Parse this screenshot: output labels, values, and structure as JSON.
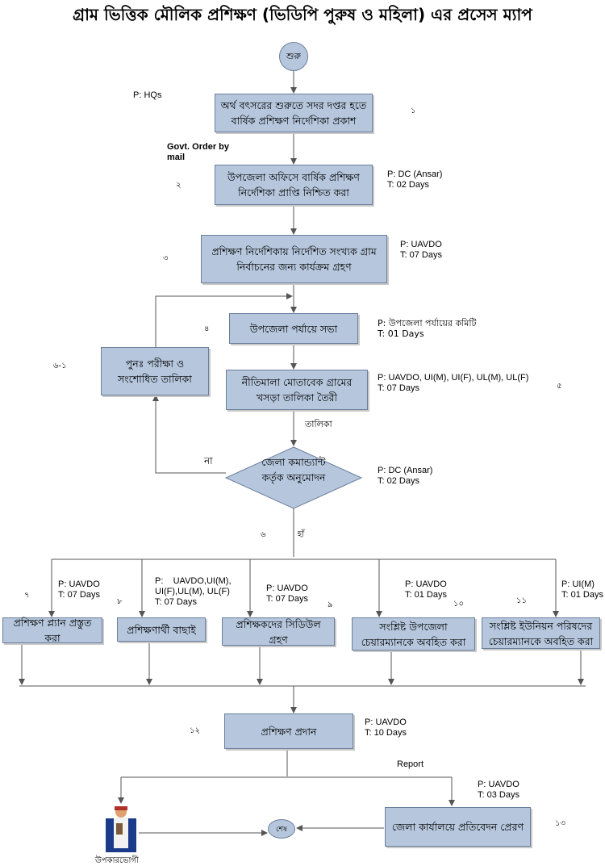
{
  "title": "গ্রাম ভিত্তিক মৌলিক প্রশিক্ষণ (ভিডিপি পুরুষ ও মহিলা) এর প্রসেস ম্যাপ",
  "start": "শুরু",
  "end": "শেষ",
  "steps": {
    "s1": "অর্থ বৎসরের শুরুতে সদর দপ্তর হতে বার্ষিক প্রশিক্ষণ নির্দেশিকা প্রকাশ",
    "s2": "উপজেলা অফিসে বার্ষিক প্রশিক্ষণ নির্দেশিকা প্রাপ্তি নিশ্চিত করা",
    "s3": "প্রশিক্ষণ নির্দেশিকায় নির্দেশিত সংখ্যক গ্রাম নির্বাচনের জন্য কার্যক্রম গ্রহণ",
    "s4": "উপজেলা পর্যায়ে  সভা",
    "s5": "নীতিমালা মোতাবেক গ্রামের খসড়া তালিকা তৈরী",
    "s6_1": "পুনঃ পরীক্ষা ও সংশোধিত তালিকা",
    "decision": "জেলা কমান্ড্যান্ট কর্তৃক অনুমোদন",
    "s7": "প্রশিক্ষণ প্ল্যান প্রস্তুত করা",
    "s8": "প্রশিক্ষণার্থী বাছাই",
    "s9": "প্রশিক্ষকদের সিডিউল গ্রহণ",
    "s10": "সংশ্লিষ্ট উপজেলা চেয়ারম্যানকে অবহিত করা",
    "s11": "সংশ্লিষ্ট ইউনিয়ন পরিষদের চেয়ারম্যানকে অবহিত করা",
    "s12": "প্রশিক্ষণ প্রদান",
    "s13": "জেলা কার্যালয়ে প্রতিবেদন প্রেরণ"
  },
  "annotations": {
    "a1": "P: HQs",
    "a2": "P: DC (Ansar)\nT: 02 Days",
    "a3": "P: UAVDO\nT: 07 Days",
    "a4": "P: উপজেলা পর্যায়ের কমিটি\nT: 01 Days",
    "a5": "P: UAVDO, UI(M), UI(F), UL(M), UL(F)\nT: 07 Days",
    "a_dec": "P: DC (Ansar)\nT: 02 Days",
    "a7": "P: UAVDO\nT: 07 Days",
    "a8": "P:    UAVDO,UI(M),\nUI(F),UL(M), UL(F)\nT: 07 Days",
    "a9": "P: UAVDO\nT: 07 Days",
    "a10": "P: UAVDO\nT: 01 Days",
    "a11": "P: UI(M)\nT: 01 Days",
    "a12": "P: UAVDO\nT: 10 Days",
    "a13": "P: UAVDO\nT: 03 Days"
  },
  "edge_labels": {
    "govt_order": "Govt. Order by\nmail",
    "talika": "তালিকা",
    "no": "না",
    "yes": "হাঁ",
    "report": "Report"
  },
  "numbers": {
    "n1": "১",
    "n2": "২",
    "n3": "৩",
    "n4": "৪",
    "n5": "৫",
    "n6": "৬",
    "n6_1": "৬-১",
    "n7": "৭",
    "n8": "৮",
    "n9": "৯",
    "n10": "১০",
    "n11": "১১",
    "n12": "১২",
    "n13": "১৩"
  },
  "beneficiary": "উপকারভোগী",
  "colors": {
    "box_fill": "#b6c7dd",
    "box_border": "#6a7f9c",
    "line": "#555555"
  }
}
